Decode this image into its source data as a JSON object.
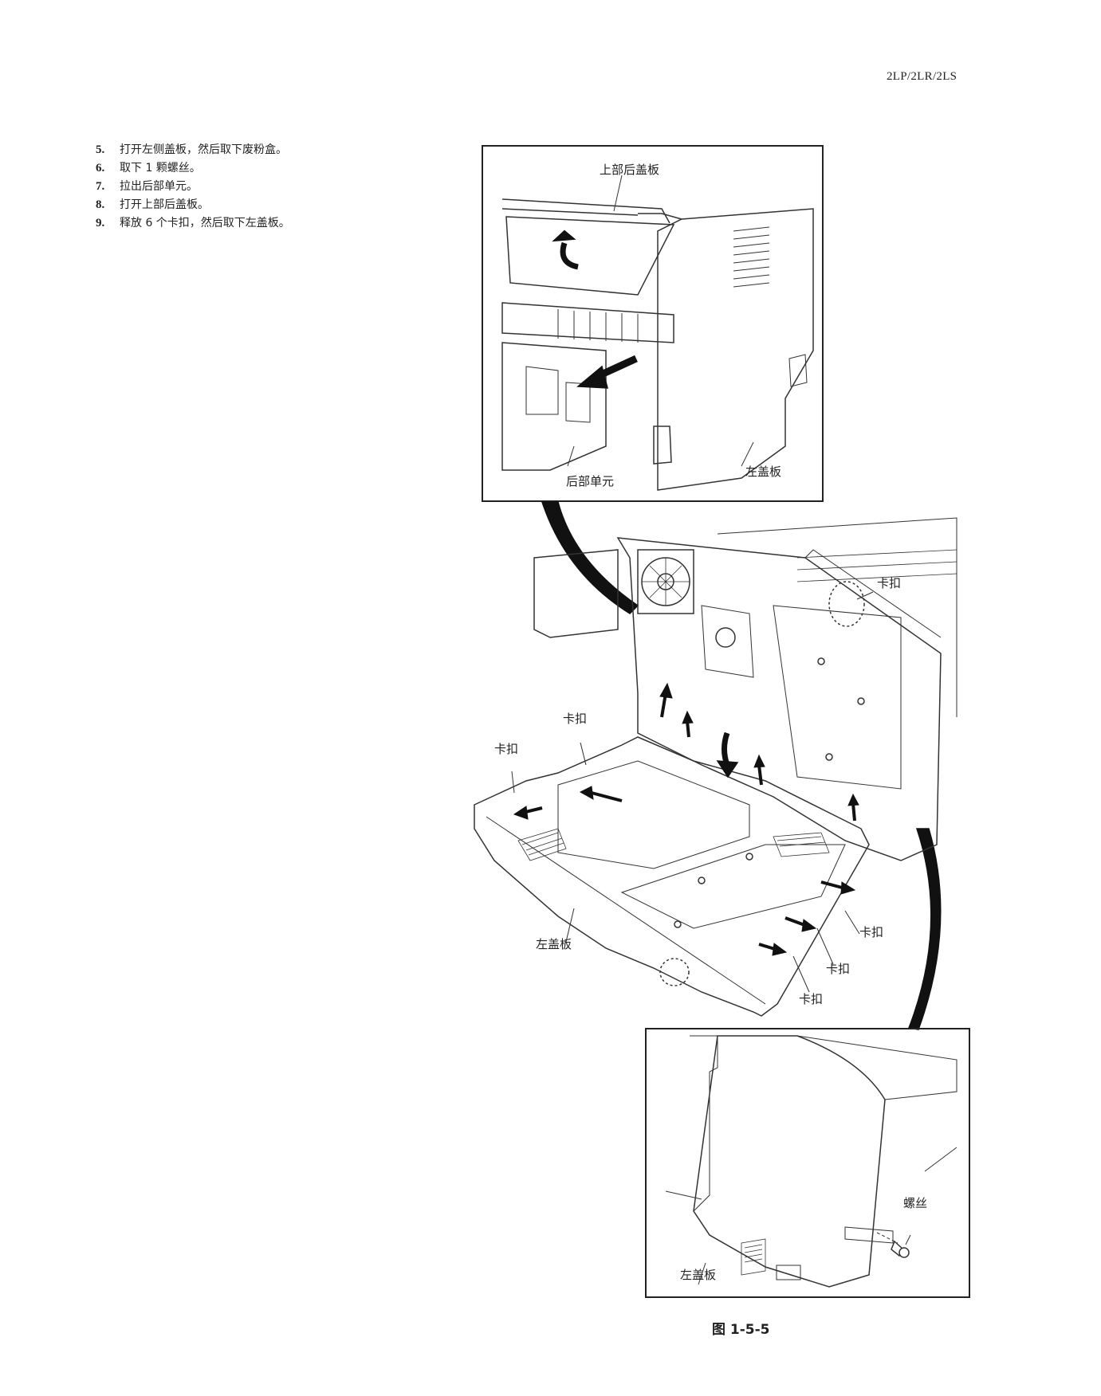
{
  "header": {
    "model_code": "2LP/2LR/2LS"
  },
  "steps": [
    {
      "num": "5.",
      "text": "打开左侧盖板，然后取下废粉盒。"
    },
    {
      "num": "6.",
      "text": "取下 1 颗螺丝。"
    },
    {
      "num": "7.",
      "text": "拉出后部单元。"
    },
    {
      "num": "8.",
      "text": "打开上部后盖板。"
    },
    {
      "num": "9.",
      "text": "释放 6 个卡扣，然后取下左盖板。"
    }
  ],
  "figure": {
    "caption": "图 1-5-5",
    "top_inset": {
      "label_upper_rear_cover": "上部后盖板",
      "label_rear_unit": "后部单元",
      "label_left_cover": "左盖板"
    },
    "main": {
      "hook_label": "卡扣",
      "left_cover_label": "左盖板"
    },
    "bottom_inset": {
      "label_screw": "螺丝",
      "label_left_cover": "左盖板"
    }
  }
}
